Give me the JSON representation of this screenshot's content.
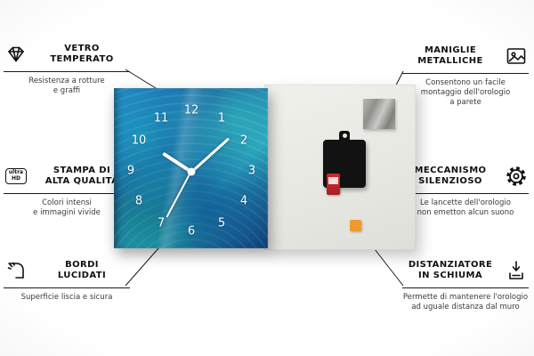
{
  "page": {
    "type": "wall-clock product infographic",
    "language": "it"
  },
  "callouts": {
    "left": [
      {
        "icon": "diamond-icon",
        "title": "VETRO\nTEMPERATO",
        "description": "Resistenza a rotture\ne graffi"
      },
      {
        "icon": "ultra-hd-icon",
        "icon_text": "ultra\nHD",
        "title": "STAMPA DI\nALTA QUALITÀ",
        "description": "Colori intensi\ne immagini vivide"
      },
      {
        "icon": "polished-edge-icon",
        "title": "BORDI\nLUCIDATI",
        "description": "Superficie liscia e sicura"
      }
    ],
    "right": [
      {
        "icon": "picture-frame-icon",
        "title": "MANIGLIE\nMETALLICHE",
        "description": "Consentono un facile\nmontaggio dell'orologio\na parete"
      },
      {
        "icon": "gear-icon",
        "title": "MECCANISMO\nSILENZIOSO",
        "description": "Le lancette dell'orologio\nnon emetton alcun suono"
      },
      {
        "icon": "foam-spacer-icon",
        "title": "DISTANZIATORE\nIN SCHIUMA",
        "description": "Permette di mantenere l'orologio\nad uguale distanza dal muro"
      }
    ]
  },
  "clock": {
    "numbers": [
      "12",
      "1",
      "2",
      "3",
      "4",
      "5",
      "6",
      "7",
      "8",
      "9",
      "10",
      "11"
    ],
    "face_colors": {
      "primary": "#1b5fa5",
      "accent": "#2aa3c4",
      "dark": "#123f78"
    },
    "hands_color": "#ffffff",
    "back": {
      "panel_color": "#e7e7e2",
      "mechanism_color": "#121212",
      "battery_color": "#d42a2e",
      "foam_color": "#f0992e"
    }
  }
}
